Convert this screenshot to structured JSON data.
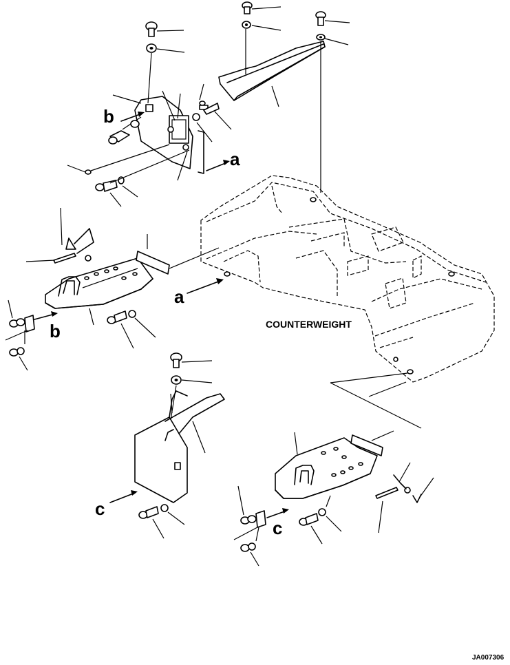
{
  "diagram": {
    "part_label": "COUNTERWEIGHT",
    "drawing_code": "JA007306",
    "callouts": {
      "a": "a",
      "b": "b",
      "c": "c"
    }
  }
}
